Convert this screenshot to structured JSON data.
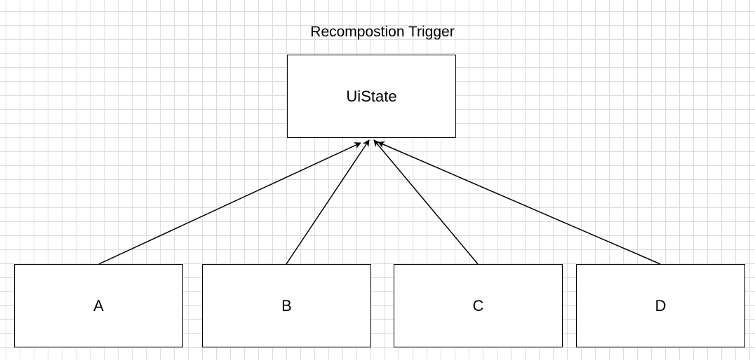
{
  "diagram": {
    "caption": "Recompostion Trigger",
    "state_node": {
      "label": "UiState"
    },
    "source_nodes": [
      {
        "label": "A"
      },
      {
        "label": "B"
      },
      {
        "label": "C"
      },
      {
        "label": "D"
      }
    ],
    "edges": [
      {
        "from": "A",
        "to": "UiState"
      },
      {
        "from": "B",
        "to": "UiState"
      },
      {
        "from": "C",
        "to": "UiState"
      },
      {
        "from": "D",
        "to": "UiState"
      }
    ]
  }
}
